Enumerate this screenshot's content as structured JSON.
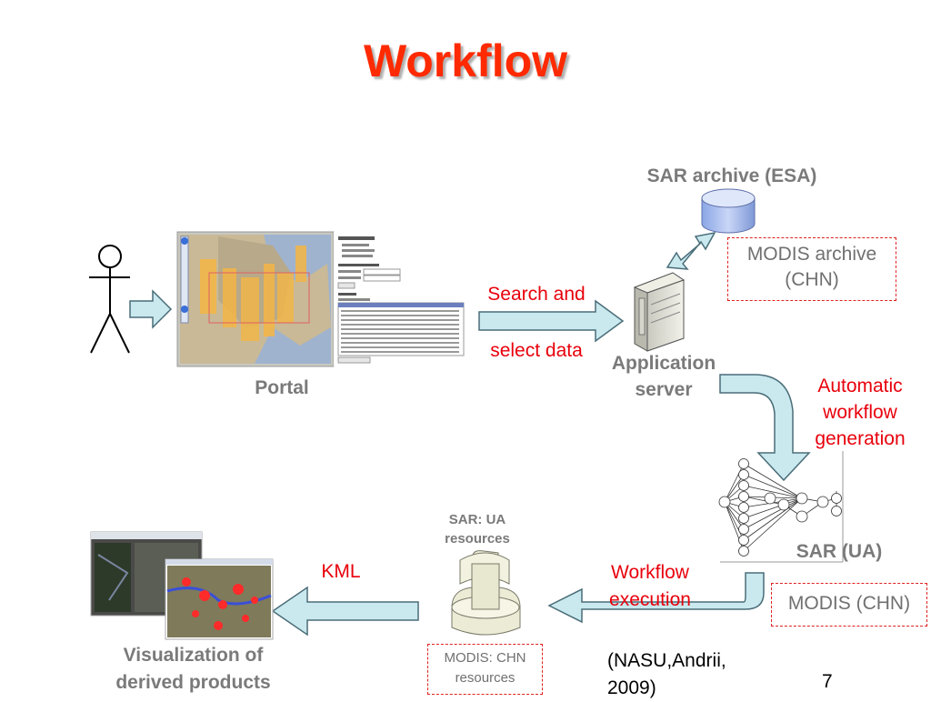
{
  "title": "Workflow",
  "sar_archive_label": "SAR archive (ESA)",
  "modis_archive_label": "MODIS archive (CHN)",
  "search_label_1": "Search and",
  "search_label_2": "select data",
  "portal_label": "Portal",
  "app_server_label_1": "Application",
  "app_server_label_2": "server",
  "auto_workflow_1": "Automatic",
  "auto_workflow_2": "workflow",
  "auto_workflow_3": "generation",
  "sar_ua_label": "SAR (UA)",
  "modis_chn_label": "MODIS (CHN)",
  "workflow_exec_1": "Workflow",
  "workflow_exec_2": "execution",
  "kml_label": "KML",
  "sar_ua_resources_1": "SAR: UA",
  "sar_ua_resources_2": "resources",
  "modis_chn_resources_1": "MODIS: CHN",
  "modis_chn_resources_2": "resources",
  "visualization_1": "Visualization of",
  "visualization_2": "derived products",
  "citation_1": "(NASU,Andrii,",
  "citation_2": "2009)",
  "page_number": "7",
  "colors": {
    "title": "#ff2a00",
    "accent_red": "#e8000b",
    "arrow_fill": "#c9e9ef",
    "arrow_stroke": "#4a6d78"
  }
}
